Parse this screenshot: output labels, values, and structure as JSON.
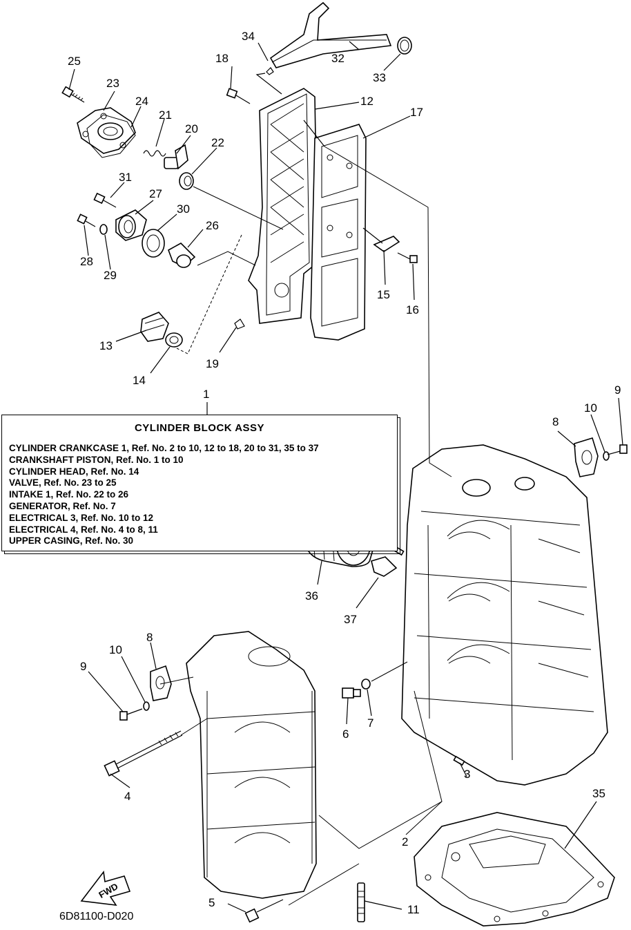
{
  "assembly": {
    "title": "CYLINDER BLOCK ASSY",
    "lines": [
      "CYLINDER CRANKCASE 1, Ref. No. 2 to 10, 12 to 18, 20 to 31, 35 to 37",
      "CRANKSHAFT PISTON, Ref. No. 1 to 10",
      "CYLINDER HEAD,  Ref. No. 14",
      "VALVE,  Ref. No. 23 to 25",
      "INTAKE 1, Ref. No. 22 to 26",
      "GENERATOR,  Ref. No. 7",
      "ELECTRICAL 3, Ref. No. 10 to 12",
      "ELECTRICAL 4, Ref. No. 4 to 8, 11",
      "UPPER CASING, Ref. No. 30"
    ]
  },
  "callouts": {
    "c1": "1",
    "c2a": "2",
    "c2b": "2",
    "c3a": "3",
    "c3b": "3",
    "c4": "4",
    "c5": "5",
    "c6": "6",
    "c7": "7",
    "c8a": "8",
    "c8b": "8",
    "c9a": "9",
    "c9b": "9",
    "c10a": "10",
    "c10b": "10",
    "c11": "11",
    "c12": "12",
    "c13": "13",
    "c14": "14",
    "c15": "15",
    "c16": "16",
    "c17": "17",
    "c18": "18",
    "c19": "19",
    "c20": "20",
    "c21": "21",
    "c22": "22",
    "c23": "23",
    "c24": "24",
    "c25": "25",
    "c26": "26",
    "c27": "27",
    "c28": "28",
    "c29": "29",
    "c30": "30",
    "c31": "31",
    "c32": "32",
    "c33": "33",
    "c34": "34",
    "c35": "35",
    "c36": "36",
    "c37": "37"
  },
  "fwd_label": "FWD",
  "drawing_code": "6D81100-D020"
}
